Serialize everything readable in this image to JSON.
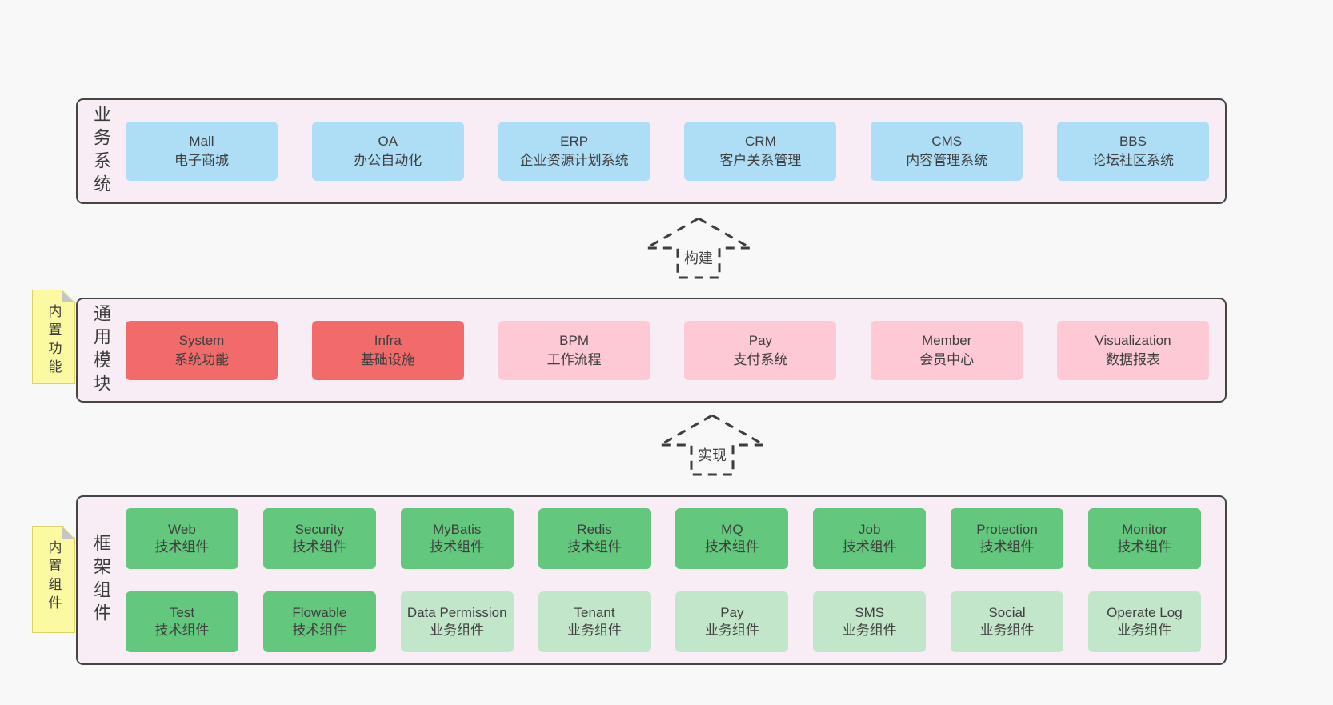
{
  "colors": {
    "page_bg": "#f8f8f8",
    "container_bg": "#f8edf5",
    "container_border": "#454545",
    "box_blue": "#aeddf6",
    "box_red": "#f16b6b",
    "box_pink": "#fdc9d4",
    "box_green_dark": "#63c87d",
    "box_green_light": "#c2e6c9",
    "note_yellow": "#fbf9a1",
    "text": "#3f3f3f"
  },
  "arrows": [
    {
      "label": "构建"
    },
    {
      "label": "实现"
    }
  ],
  "sections": {
    "business": {
      "label": "业务系统",
      "boxes": [
        {
          "name": "Mall",
          "subtitle": "电子商城"
        },
        {
          "name": "OA",
          "subtitle": "办公自动化"
        },
        {
          "name": "ERP",
          "subtitle": "企业资源计划系统"
        },
        {
          "name": "CRM",
          "subtitle": "客户关系管理"
        },
        {
          "name": "CMS",
          "subtitle": "内容管理系统"
        },
        {
          "name": "BBS",
          "subtitle": "论坛社区系统"
        }
      ]
    },
    "modules": {
      "label": "通用模块",
      "note": "内置功能",
      "boxes": [
        {
          "name": "System",
          "subtitle": "系统功能",
          "variant": "red"
        },
        {
          "name": "Infra",
          "subtitle": "基础设施",
          "variant": "red"
        },
        {
          "name": "BPM",
          "subtitle": "工作流程",
          "variant": "pink"
        },
        {
          "name": "Pay",
          "subtitle": "支付系统",
          "variant": "pink"
        },
        {
          "name": "Member",
          "subtitle": "会员中心",
          "variant": "pink"
        },
        {
          "name": "Visualization",
          "subtitle": "数据报表",
          "variant": "pink"
        }
      ]
    },
    "framework": {
      "label": "框架组件",
      "note": "内置组件",
      "rows": [
        [
          {
            "name": "Web",
            "subtitle": "技术组件",
            "variant": "green-dark"
          },
          {
            "name": "Security",
            "subtitle": "技术组件",
            "variant": "green-dark"
          },
          {
            "name": "MyBatis",
            "subtitle": "技术组件",
            "variant": "green-dark"
          },
          {
            "name": "Redis",
            "subtitle": "技术组件",
            "variant": "green-dark"
          },
          {
            "name": "MQ",
            "subtitle": "技术组件",
            "variant": "green-dark"
          },
          {
            "name": "Job",
            "subtitle": "技术组件",
            "variant": "green-dark"
          },
          {
            "name": "Protection",
            "subtitle": "技术组件",
            "variant": "green-dark"
          },
          {
            "name": "Monitor",
            "subtitle": "技术组件",
            "variant": "green-dark"
          }
        ],
        [
          {
            "name": "Test",
            "subtitle": "技术组件",
            "variant": "green-dark"
          },
          {
            "name": "Flowable",
            "subtitle": "技术组件",
            "variant": "green-dark"
          },
          {
            "name": "Data Permission",
            "subtitle": "业务组件",
            "variant": "green-light"
          },
          {
            "name": "Tenant",
            "subtitle": "业务组件",
            "variant": "green-light"
          },
          {
            "name": "Pay",
            "subtitle": "业务组件",
            "variant": "green-light"
          },
          {
            "name": "SMS",
            "subtitle": "业务组件",
            "variant": "green-light"
          },
          {
            "name": "Social",
            "subtitle": "业务组件",
            "variant": "green-light"
          },
          {
            "name": "Operate Log",
            "subtitle": "业务组件",
            "variant": "green-light"
          }
        ]
      ]
    }
  }
}
